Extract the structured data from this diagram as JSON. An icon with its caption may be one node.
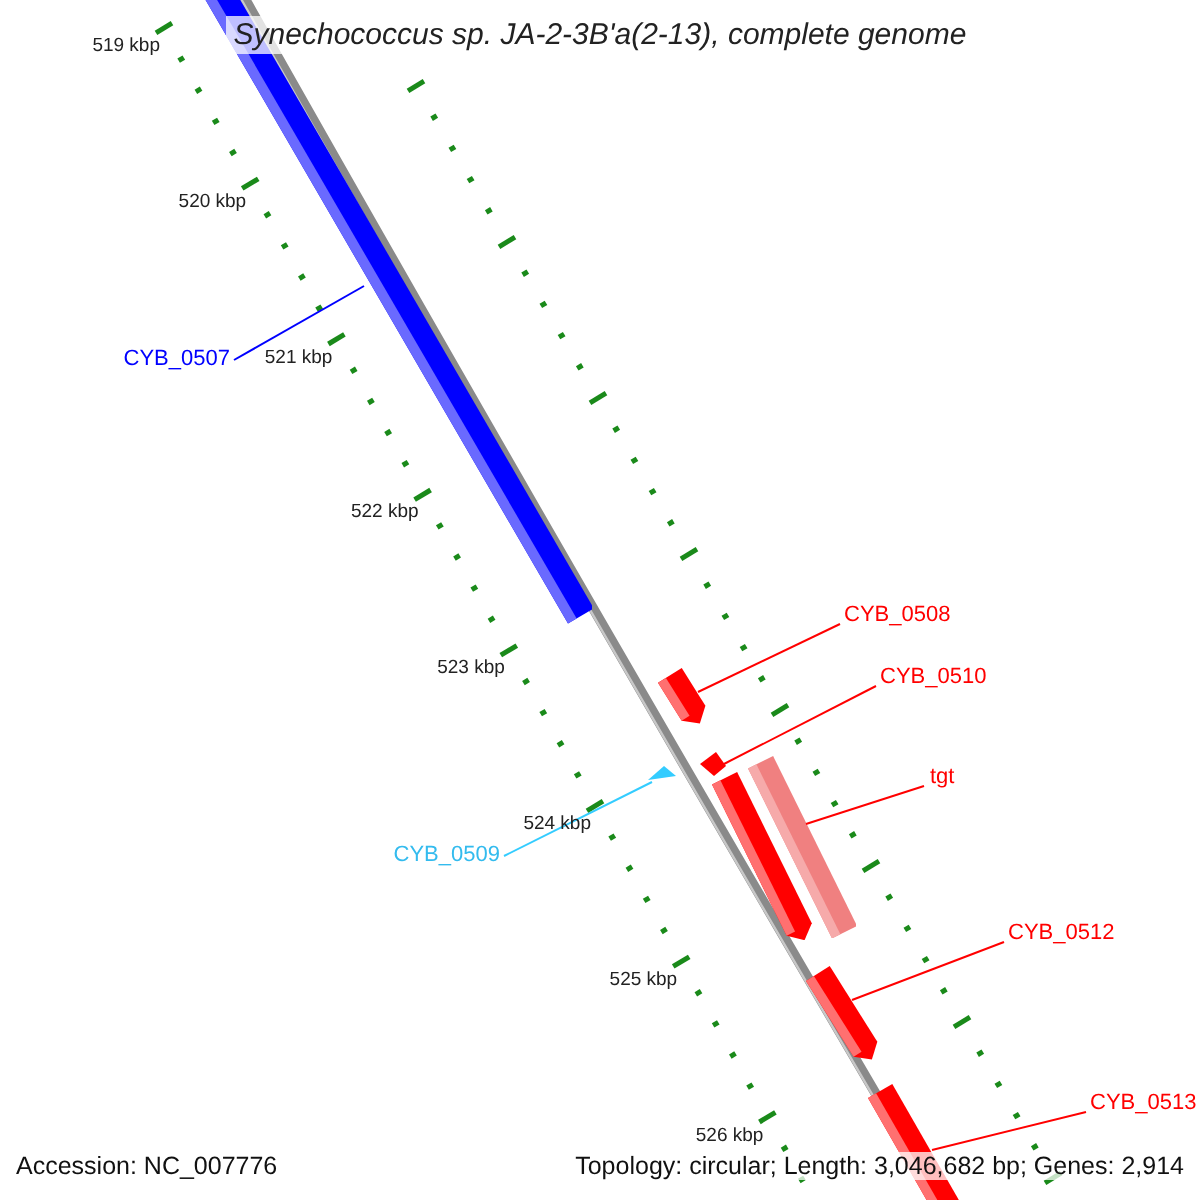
{
  "diagram": {
    "title": "Synechococcus sp. JA-2-3B'a(2-13), complete genome",
    "nodes": [
      {
        "text": [
          "CYB_0507"
        ]
      },
      {
        "text": [],
        "shape": "bar"
      },
      {
        "text": [
          "CYB_0508"
        ]
      },
      {
        "text": [],
        "shape": "bar"
      },
      {
        "text": [
          "CYB_0510"
        ]
      },
      {
        "text": [],
        "shape": "bar"
      },
      {
        "text": [
          "tgt"
        ]
      },
      {
        "text": [],
        "shape": "bar"
      },
      {
        "text": [
          "CYB_0509"
        ]
      },
      {
        "text": [],
        "shape": "triangle"
      },
      {
        "text": [],
        "shape": "bar"
      },
      {
        "text": [
          "CYB_0512"
        ]
      },
      {
        "text": [],
        "shape": "bar"
      },
      {
        "text": [
          "CYB_0513"
        ]
      },
      {
        "text": [],
        "shape": "bar"
      }
    ],
    "edges": [
      {
        "from": 0,
        "to": 1,
        "arrow": "none",
        "color": "#0000ff"
      },
      {
        "from": 2,
        "to": 3,
        "arrow": "none"
      },
      {
        "from": 4,
        "to": 5,
        "arrow": "none"
      },
      {
        "from": 6,
        "to": 7,
        "arrow": "none"
      },
      {
        "from": 8,
        "to": 9,
        "arrow": "none",
        "color": "#33ccff"
      },
      {
        "from": 11,
        "to": 12,
        "arrow": "none"
      },
      {
        "from": 13,
        "to": 14,
        "arrow": "none"
      }
    ],
    "labels": [
      "519 kbp",
      "520 kbp",
      "521 kbp",
      "522 kbp",
      "523 kbp",
      "524 kbp",
      "525 kbp",
      "526 kbp",
      "Accession: NC_007776",
      "Topology: circular; Length: 3,046,682 bp; Genes: 2,914"
    ]
  }
}
